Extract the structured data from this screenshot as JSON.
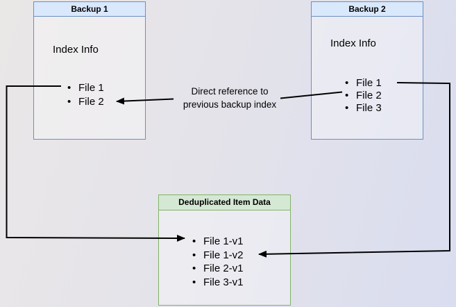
{
  "diagram": {
    "backup1": {
      "title": "Backup 1",
      "index_label": "Index Info",
      "files": [
        "File 1",
        "File 2"
      ]
    },
    "backup2": {
      "title": "Backup 2",
      "index_label": "Index Info",
      "files": [
        "File 1",
        "File 2",
        "File 3"
      ]
    },
    "dedup": {
      "title": "Deduplicated Item Data",
      "files": [
        "File 1-v1",
        "File 1-v2",
        "File 2-v1",
        "File 3-v1"
      ]
    },
    "edge_label": {
      "line1": "Direct reference to",
      "line2": "previous backup index"
    },
    "colors": {
      "blue_header_fill": "#dae8fc",
      "blue_border": "#6c8ebf",
      "green_header_fill": "#d5e8d4",
      "green_border": "#82b366",
      "arrow": "#000000",
      "bg_left": "#eae7e7",
      "bg_right": "#d9ddef"
    }
  }
}
